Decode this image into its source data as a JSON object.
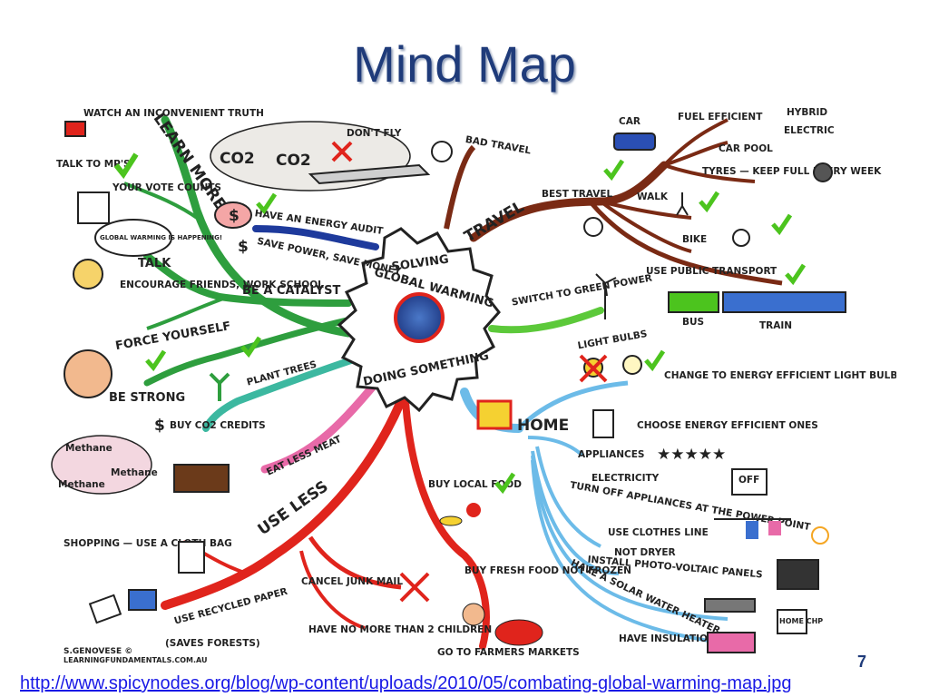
{
  "slide": {
    "title": "Mind Map",
    "page_number": "7",
    "link": "http://www.spicynodes.org/blog/wp-content/uploads/2010/05/combating-global-warming-map.jpg",
    "accent": "#1f3b7a"
  },
  "mindmap": {
    "center": {
      "line1": "SOLVING",
      "line2": "GLOBAL WARMING",
      "line3": "DOING SOMETHING"
    },
    "learn_more": {
      "label": "LEARN MORE",
      "watch": "WATCH AN INCONVENIENT TRUTH",
      "talk_mps": "TALK TO MP'S",
      "vote": "YOUR VOTE COUNTS"
    },
    "catalyst": {
      "label": "BE A CATALYST",
      "talk": "TALK",
      "bubble": "GLOBAL WARMING IS HAPPENING!",
      "encourage": "ENCOURAGE FRIENDS, WORK SCHOOL"
    },
    "force": {
      "label": "FORCE YOURSELF",
      "strong": "BE STRONG"
    },
    "audit": {
      "label": "HAVE AN ENERGY AUDIT",
      "save": "SAVE POWER, SAVE MONEY",
      "dollar": "$"
    },
    "trees": {
      "label": "PLANT TREES",
      "buy": "BUY CO2 CREDITS",
      "dollar": "$"
    },
    "meat": {
      "label": "EAT LESS MEAT",
      "methane": "Methane"
    },
    "use_less": {
      "label": "USE LESS",
      "shopping": "SHOPPING — USE A CLOTH BAG",
      "recycled": "USE RECYCLED PAPER",
      "saves": "(SAVES FORESTS)",
      "junk": "CANCEL JUNK MAIL",
      "children": "HAVE NO MORE THAN 2 CHILDREN"
    },
    "food": {
      "local": "BUY LOCAL FOOD",
      "fresh": "BUY FRESH FOOD NOT FROZEN",
      "markets": "GO TO FARMERS MARKETS"
    },
    "travel": {
      "label": "TRAVEL",
      "bad": "BAD TRAVEL",
      "dont_fly": "DON'T FLY",
      "co2": "CO2",
      "best": "BEST TRAVEL",
      "car": "CAR",
      "fuel": "FUEL EFFICIENT",
      "hybrid": "HYBRID",
      "electric": "ELECTRIC",
      "car_pool": "CAR POOL",
      "tyres": "TYRES — KEEP FULL EVERY WEEK",
      "walk": "WALK",
      "bike": "BIKE",
      "public": "USE PUBLIC TRANSPORT",
      "bus": "BUS",
      "train": "TRAIN"
    },
    "green_power": {
      "label": "SWITCH TO GREEN POWER"
    },
    "home": {
      "label": "HOME",
      "light": "LIGHT BULBS",
      "change": "CHANGE TO ENERGY EFFICIENT LIGHT BULBS",
      "choose": "CHOOSE ENERGY EFFICIENT ONES",
      "appliances": "APPLIANCES",
      "stars": "★★★★★",
      "electricity": "ELECTRICITY",
      "turn_off": "TURN OFF APPLIANCES AT THE POWER POINT",
      "off": "OFF",
      "clothes": "USE CLOTHES LINE",
      "not_dryer": "NOT DRYER",
      "pv": "INSTALL PHOTO-VOLTAIC PANELS",
      "solar": "HAVE A SOLAR WATER HEATER",
      "insulation": "HAVE INSULATION",
      "chp": "HOME CHP"
    },
    "credit": {
      "author": "S.GENOVESE ©",
      "site": "LEARNINGFUNDAMENTALS.COM.AU"
    },
    "colors": {
      "learn": "#2e9e3e",
      "catalyst": "#2e9e3e",
      "audit": "#1e3a9c",
      "trees": "#3cb8a0",
      "meat": "#e86aa8",
      "use_less": "#e0241c",
      "food": "#e0241c",
      "travel": "#7a2a14",
      "green": "#5cc93a",
      "home": "#6cbbe8",
      "check": "#4cc41e",
      "star": "#e0241c"
    }
  }
}
